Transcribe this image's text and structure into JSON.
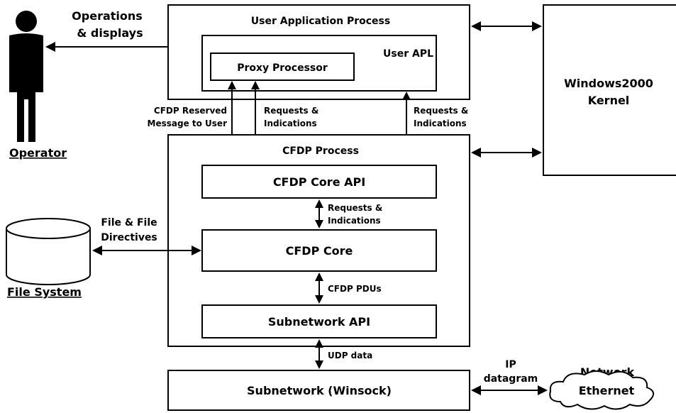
{
  "operator": {
    "label": "Operator",
    "link_label": [
      "Operations",
      "& displays"
    ]
  },
  "user_process": {
    "title": "User Application Process",
    "user_apl": "User APL",
    "proxy": "Proxy Processor"
  },
  "kernel": {
    "lines": [
      "Windows2000",
      "Kernel"
    ]
  },
  "links": {
    "reserved": [
      "CFDP Reserved",
      "Message to User"
    ],
    "req_ind_1": [
      "Requests &",
      "Indications"
    ],
    "req_ind_2": [
      "Requests &",
      "Indications"
    ],
    "req_ind_3": [
      "Requests &",
      "Indications"
    ],
    "file": [
      "File & File",
      "Directives"
    ],
    "pdus": "CFDP PDUs",
    "udp": "UDP data",
    "ip": [
      "IP",
      "datagram"
    ]
  },
  "cfdp_process": {
    "title": "CFDP Process",
    "core_api": "CFDP Core API",
    "core": "CFDP Core",
    "subnet_api": "Subnetwork API"
  },
  "file_system": {
    "label": "File System"
  },
  "winsock": {
    "label": "Subnetwork (Winsock)"
  },
  "network": {
    "title": "Network",
    "cloud": "Ethernet"
  }
}
